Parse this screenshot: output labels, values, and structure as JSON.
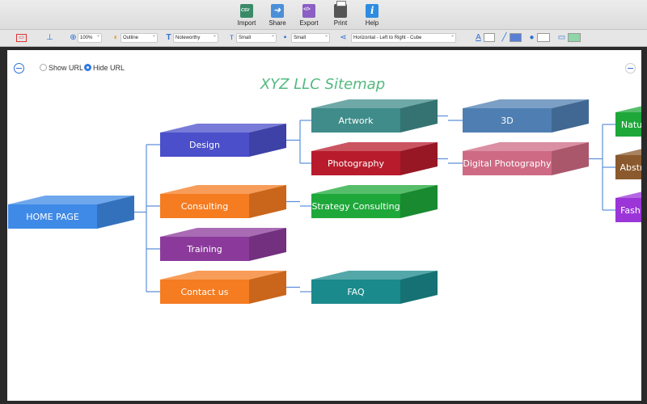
{
  "toolbar": {
    "items": [
      {
        "label": "Import",
        "icon": "import-csv-icon"
      },
      {
        "label": "Share",
        "icon": "share-icon"
      },
      {
        "label": "Export",
        "icon": "export-code-icon"
      },
      {
        "label": "Print",
        "icon": "printer-icon"
      },
      {
        "label": "Help",
        "icon": "info-icon"
      }
    ]
  },
  "formatbar": {
    "zoom": "100%",
    "outline": "Outline",
    "font": "Noteworthy",
    "font_size": "Small",
    "spacing": "Small",
    "layout": "Horizontal  - Left to Right - Cube"
  },
  "canvas": {
    "show_url": "Show URL",
    "hide_url": "Hide URL",
    "title": "XYZ LLC Sitemap",
    "title_color": "#53b97f"
  },
  "nodes": [
    {
      "id": "home",
      "label": "HOME PAGE",
      "color": "#3f8ae6"
    },
    {
      "id": "design",
      "label": "Design",
      "color": "#4b4fc9"
    },
    {
      "id": "consulting",
      "label": "Consulting",
      "color": "#f57c21"
    },
    {
      "id": "training",
      "label": "Training",
      "color": "#8b3a9b"
    },
    {
      "id": "contact",
      "label": "Contact us",
      "color": "#f57c21"
    },
    {
      "id": "artwork",
      "label": "Artwork",
      "color": "#3f8c8a"
    },
    {
      "id": "photography",
      "label": "Photography",
      "color": "#b81c2c"
    },
    {
      "id": "strategy",
      "label": "Strategy Consulting",
      "color": "#1ea83a"
    },
    {
      "id": "faq",
      "label": "FAQ",
      "color": "#1a8a8c"
    },
    {
      "id": "3d",
      "label": "3D",
      "color": "#4f7fb2"
    },
    {
      "id": "digital",
      "label": "Digital Photography",
      "color": "#cf6a84"
    },
    {
      "id": "nature",
      "label": "Natu",
      "color": "#1ea83a"
    },
    {
      "id": "abstract",
      "label": "Abstr",
      "color": "#8a5a2e"
    },
    {
      "id": "fashion",
      "label": "Fashi",
      "color": "#9b35d8"
    }
  ]
}
